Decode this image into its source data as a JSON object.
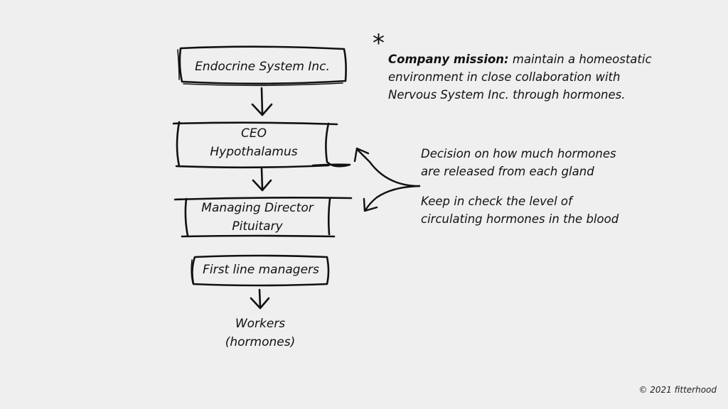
{
  "mission": {
    "star": "*",
    "title": "Company mission:",
    "line1": " maintain a homeostatic",
    "line2": "environment in close collaboration with",
    "line3": "Nervous System Inc. through hormones."
  },
  "nodes": {
    "endocrine": "Endocrine System Inc.",
    "ceo_title": "CEO",
    "ceo_name": "Hypothalamus",
    "md_title": "Managing Director",
    "md_name": "Pituitary",
    "flm": "First line managers",
    "workers_title": "Workers",
    "workers_sub": "(hormones)"
  },
  "side_notes": {
    "decision_line1": "Decision on how much hormones",
    "decision_line2": "are released from each gland",
    "check_line1": "Keep in check the level of",
    "check_line2": "circulating hormones in the blood"
  },
  "footer": {
    "copyright": "© 2021 fitterhood"
  }
}
